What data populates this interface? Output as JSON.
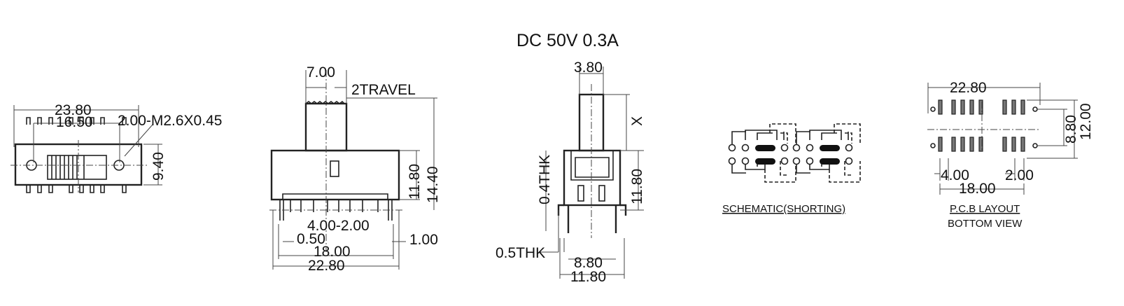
{
  "title": "DC  50V  0.3A",
  "top_view": {
    "dim_overall": "23.80",
    "dim_holes": "16.50",
    "dim_thread": "2.00-M2.6X0.45",
    "dim_height": "9.40"
  },
  "front_view": {
    "dim_actuator": "7.00",
    "travel": "2TRAVEL",
    "dim_body_height": "11.80",
    "dim_total_height": "14.40",
    "dim_pitch": "4.00-2.00",
    "dim_pin": "0.50",
    "dim_pin_len": "1.00",
    "dim_span": "18.00",
    "dim_width": "22.80"
  },
  "side_view": {
    "dim_actuator": "3.80",
    "dim_x": "X",
    "dim_height": "11.80",
    "dim_thk_a": "0.4THK",
    "dim_thk_b": "0.5THK",
    "dim_pin_span": "8.80",
    "dim_width": "11.80"
  },
  "schematic": {
    "label": "SCHEMATIC(SHORTING)"
  },
  "pcb": {
    "dim_width": "22.80",
    "dim_row": "8.80",
    "dim_height": "12.00",
    "dim_pitch_a": "4.00",
    "dim_pitch_b": "2.00",
    "dim_span": "18.00",
    "label_line1": "P.C.B LAYOUT",
    "label_line2": "BOTTOM VIEW"
  }
}
